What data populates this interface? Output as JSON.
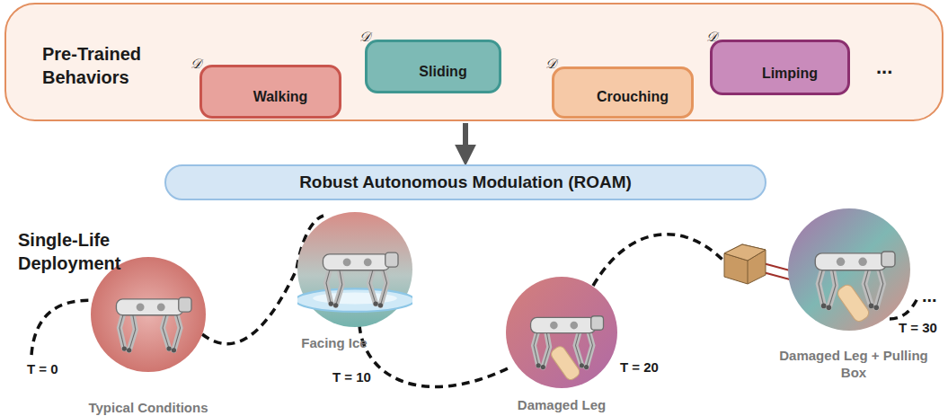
{
  "diagram": {
    "nodes": [
      {
        "text": [
          "Pre-Trained Behaviors"
        ]
      },
      {
        "text": [
          "Walking"
        ],
        "in": 0
      },
      {
        "text": [
          "Sliding"
        ],
        "in": 0
      },
      {
        "text": [
          "Crouching"
        ],
        "in": 0
      },
      {
        "text": [
          "Limping"
        ],
        "in": 0
      },
      {
        "text": [
          "Robust Autonomous Modulation (ROAM)"
        ]
      },
      {
        "text": [
          "Typical Conditions"
        ]
      },
      {
        "text": [
          "Facing Ice"
        ]
      },
      {
        "text": [
          "Damaged Leg"
        ]
      },
      {
        "text": [
          "Damaged Leg + Pulling Box"
        ]
      }
    ],
    "edges": [
      {
        "from": 0,
        "to": 5,
        "arrow": "to"
      }
    ],
    "labels": [
      "𝒟",
      "𝒟",
      "𝒟",
      "𝒟",
      "...",
      "Single-Life Deployment",
      "T = 0",
      "T = 10",
      "T = 20",
      "T = 30",
      "..."
    ]
  }
}
